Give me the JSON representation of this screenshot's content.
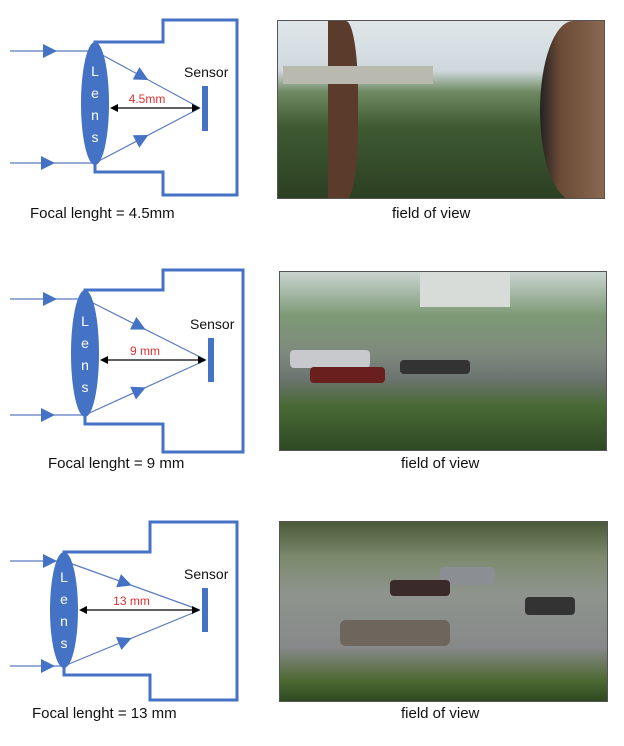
{
  "colors": {
    "diagram_blue": "#4472c4",
    "ray": "#5b7bbf",
    "dimension_label": "#e03030",
    "text": "#111111"
  },
  "panels": [
    {
      "lens_label": "Lens",
      "sensor_label": "Sensor",
      "dimension": "4.5mm",
      "caption": "Focal lenght = 4.5mm",
      "photo_caption": "field of view"
    },
    {
      "lens_label": "Lens",
      "sensor_label": "Sensor",
      "dimension": "9 mm",
      "caption": "Focal lenght = 9 mm",
      "photo_caption": "field of view"
    },
    {
      "lens_label": "Lens",
      "sensor_label": "Sensor",
      "dimension": "13 mm",
      "caption": "Focal lenght = 13 mm",
      "photo_caption": "field of view"
    }
  ]
}
